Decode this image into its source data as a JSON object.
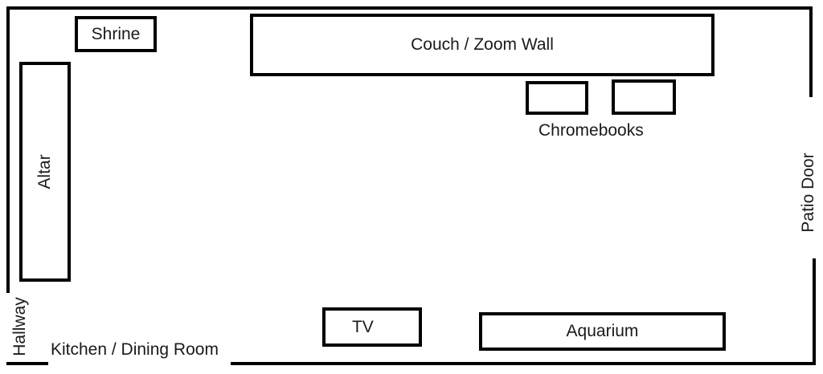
{
  "rooms": {
    "shrine": "Shrine",
    "couch_zoom_wall": "Couch / Zoom Wall",
    "chromebooks": "Chromebooks",
    "altar": "Altar",
    "patio_door": "Patio Door",
    "hallway": "Hallway",
    "kitchen_dining_room": "Kitchen / Dining Room",
    "tv": "TV",
    "aquarium": "Aquarium"
  }
}
